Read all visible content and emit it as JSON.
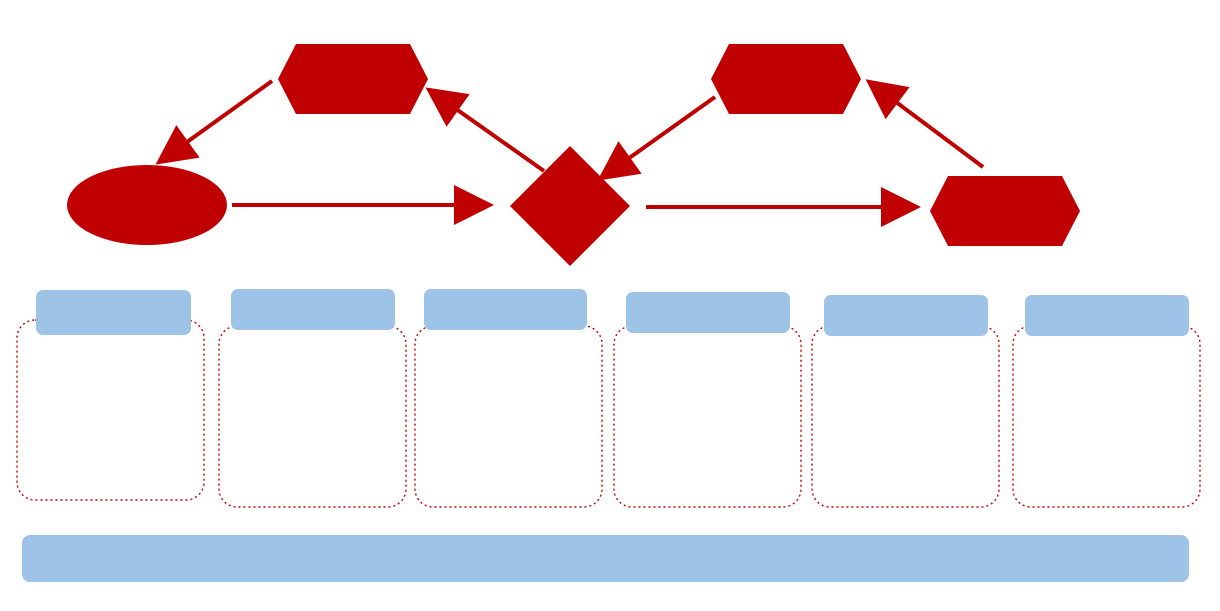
{
  "colors": {
    "node_fill": "#c00000",
    "arrow": "#c00000",
    "panel_header": "#9dc3e6",
    "panel_border": "#c00000",
    "footer_bar": "#9dc3e6",
    "background": "#ffffff"
  },
  "nodes": [
    {
      "id": "start-oval",
      "shape": "ellipse",
      "label": ""
    },
    {
      "id": "top-left-hexagon",
      "shape": "hexagon",
      "label": ""
    },
    {
      "id": "center-diamond",
      "shape": "diamond",
      "label": ""
    },
    {
      "id": "top-right-hexagon",
      "shape": "hexagon",
      "label": ""
    },
    {
      "id": "right-hexagon",
      "shape": "hexagon",
      "label": ""
    }
  ],
  "edges": [
    {
      "from": "top-left-hexagon",
      "to": "start-oval"
    },
    {
      "from": "start-oval",
      "to": "center-diamond"
    },
    {
      "from": "center-diamond",
      "to": "top-left-hexagon"
    },
    {
      "from": "top-right-hexagon",
      "to": "center-diamond"
    },
    {
      "from": "center-diamond",
      "to": "right-hexagon"
    },
    {
      "from": "right-hexagon",
      "to": "top-right-hexagon"
    }
  ],
  "panels": [
    {
      "title": "",
      "body": ""
    },
    {
      "title": "",
      "body": ""
    },
    {
      "title": "",
      "body": ""
    },
    {
      "title": "",
      "body": ""
    },
    {
      "title": "",
      "body": ""
    },
    {
      "title": "",
      "body": ""
    }
  ],
  "footer": {
    "text": ""
  }
}
